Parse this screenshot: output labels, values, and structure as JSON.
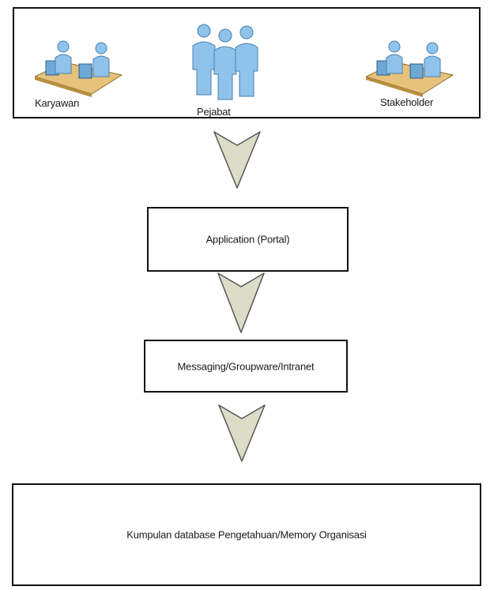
{
  "actors": [
    {
      "label": "Karyawan",
      "icon": "workstation-users-icon"
    },
    {
      "label": "Pejabat",
      "icon": "group-of-people-icon"
    },
    {
      "label": "Stakeholder",
      "icon": "workstation-users-icon"
    }
  ],
  "layers": {
    "application": "Application (Portal)",
    "messaging": "Messaging/Groupware/Intranet",
    "database": "Kumpulan database Pengetahuan/Memory Organisasi"
  },
  "colors": {
    "arrow_fill": "#dcdcc8",
    "arrow_stroke": "#555555",
    "person_fill": "#8fc3ec",
    "desk_fill": "#e7c27c"
  }
}
